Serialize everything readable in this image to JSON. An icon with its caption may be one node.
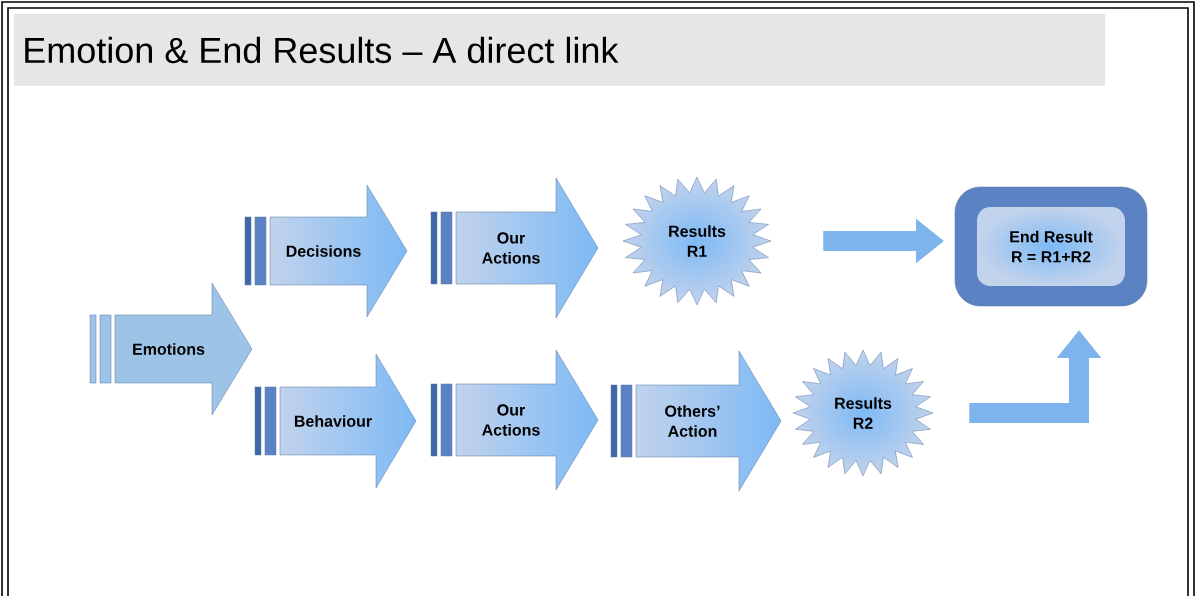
{
  "diagram": {
    "title": "Emotion & End Results – A direct link",
    "nodes": [
      {
        "text": [
          "Emotions"
        ]
      },
      {
        "text": [
          "Decisions"
        ]
      },
      {
        "text": [
          "Our Actions"
        ]
      },
      {
        "text": [
          "Results R1"
        ]
      },
      {
        "text": [
          "End Result",
          "R = R1+R2"
        ]
      },
      {
        "text": [
          "Behaviour"
        ]
      },
      {
        "text": [
          "Our Actions"
        ]
      },
      {
        "text": [
          "Others’ Action"
        ]
      },
      {
        "text": [
          "Results R2"
        ]
      }
    ],
    "edges": [
      {
        "from": 3,
        "to": 4,
        "arrow": "to"
      },
      {
        "from": 8,
        "to": 4,
        "arrow": "to"
      }
    ]
  }
}
